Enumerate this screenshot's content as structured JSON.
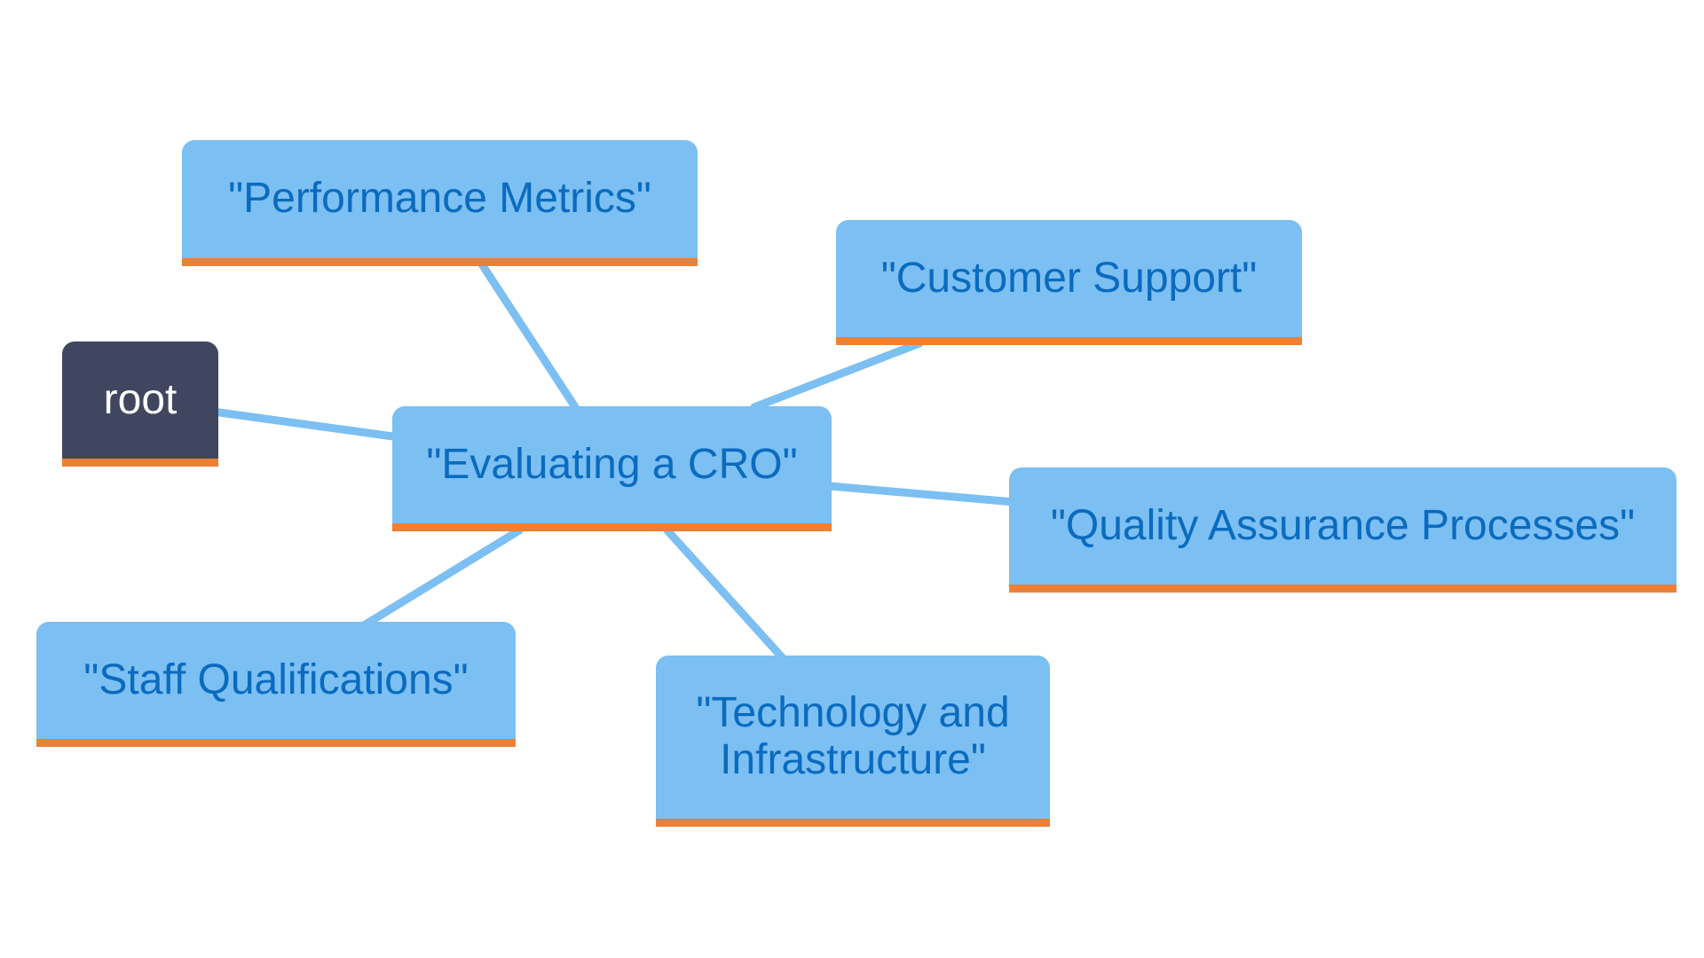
{
  "diagram": {
    "type": "mindmap",
    "colors": {
      "root_fill": "#414660",
      "root_text": "#ffffff",
      "node_fill": "#7cbff2",
      "node_text": "#0a6bbf",
      "underline": "#ed8034",
      "edge": "#7cbff2",
      "background": "#ffffff"
    },
    "nodes": {
      "root": "root",
      "center": "\"Evaluating a CRO\"",
      "performance": "\"Performance Metrics\"",
      "support": "\"Customer Support\"",
      "quality": "\"Quality Assurance Processes\"",
      "staff": "\"Staff Qualifications\"",
      "technology": "\"Technology and Infrastructure\""
    },
    "edges": [
      [
        "root",
        "center"
      ],
      [
        "center",
        "performance"
      ],
      [
        "center",
        "support"
      ],
      [
        "center",
        "quality"
      ],
      [
        "center",
        "staff"
      ],
      [
        "center",
        "technology"
      ]
    ]
  }
}
